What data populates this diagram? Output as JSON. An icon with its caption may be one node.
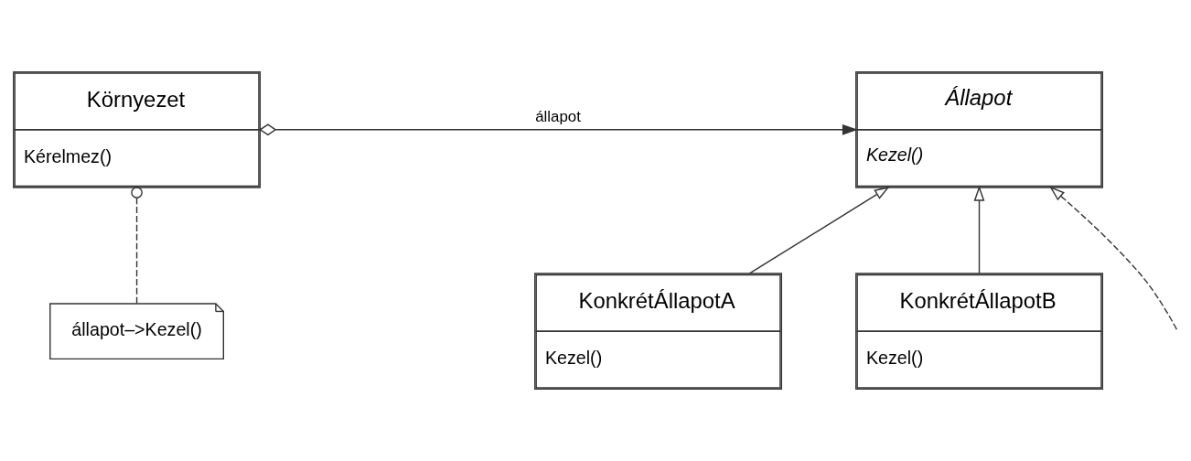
{
  "diagram": {
    "nodes": [
      {
        "text": [
          "Környezet",
          "Kérelmez()"
        ]
      },
      {
        "text": [
          "Állapot",
          "Kezel()"
        ]
      },
      {
        "text": [
          "állapot–>Kezel()"
        ]
      },
      {
        "text": [
          "KonkrétÁllapotA",
          "Kezel()"
        ]
      },
      {
        "text": [
          "KonkrétÁllapotB",
          "Kezel()"
        ]
      }
    ],
    "edges": [
      {
        "from": 0,
        "to": 1,
        "arrow": "to",
        "label": "állapot"
      },
      {
        "from": 2,
        "to": 0,
        "arrow": "other",
        "style": "dashed"
      },
      {
        "from": 3,
        "to": 1,
        "arrow": "to"
      },
      {
        "from": 4,
        "to": 1,
        "arrow": "to"
      },
      {
        "from": null,
        "to": 1,
        "arrow": "to",
        "style": "dashed"
      }
    ]
  }
}
